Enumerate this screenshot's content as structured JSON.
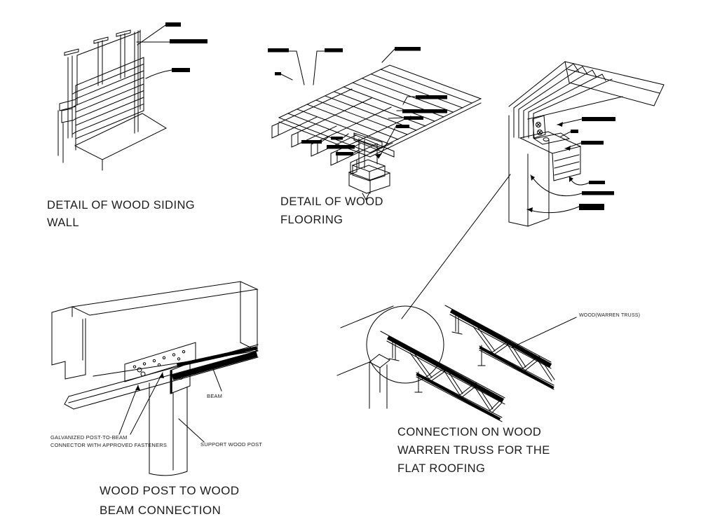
{
  "figure": {
    "background": "#ffffff",
    "line_color": "#000000",
    "text_color": "#1c1c1c",
    "redacted_bar_color": "#000000"
  },
  "captions": {
    "siding": [
      "DETAIL OF WOOD SIDING",
      "WALL"
    ],
    "flooring": [
      "DETAIL OF WOOD",
      "FLOORING"
    ],
    "post_beam": [
      "WOOD POST TO WOOD",
      "BEAM CONNECTION"
    ],
    "warren_truss": [
      "CONNECTION ON WOOD",
      "WARREN TRUSS FOR THE",
      "FLAT ROOFING"
    ]
  },
  "annotations": {
    "post_beam": {
      "connector_line1": "GALVANIZED POST-TO-BEAM",
      "connector_line2": "CONNECTOR WITH APPROVED FASTENERS",
      "beam": "BEAM",
      "support_post": "SUPPORT WOOD POST"
    },
    "warren_truss": {
      "truss": "WOOD(WARREN TRUSS)"
    },
    "redacted_bar_counts": {
      "siding_wall": 3,
      "flooring": 12,
      "truss_connection": 6
    }
  }
}
